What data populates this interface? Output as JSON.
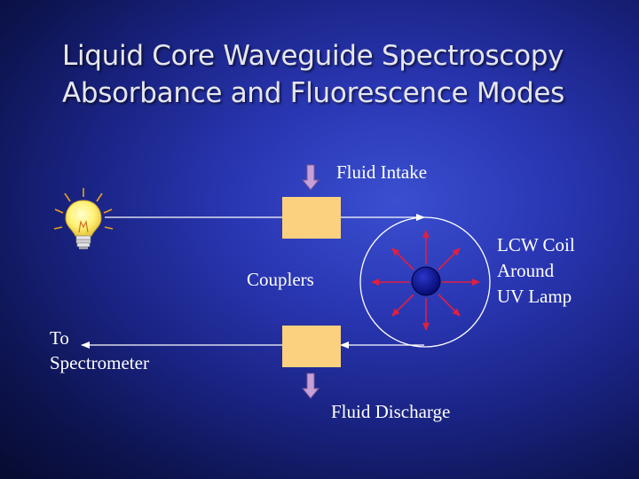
{
  "slide": {
    "title_line1": "Liquid Core Waveguide Spectroscopy",
    "title_line2": "Absorbance and Fluorescence Modes"
  },
  "diagram": {
    "fluid_intake": "Fluid Intake",
    "fluid_discharge": "Fluid Discharge",
    "couplers": "Couplers",
    "lcw_coil_line1": "LCW Coil",
    "lcw_coil_line2": "Around",
    "lcw_coil_line3": "UV Lamp",
    "to_spectrometer_line1": "To",
    "to_spectrometer_line2": "Spectrometer"
  },
  "colors": {
    "coupler": "#fbd07e",
    "arrow_pink": "#c8a0d8",
    "uv_lamp": "#0a0f8a",
    "ray": "#e02040",
    "line": "#ffffff"
  },
  "icons": [
    "light-bulb-icon",
    "down-arrow-icon"
  ]
}
